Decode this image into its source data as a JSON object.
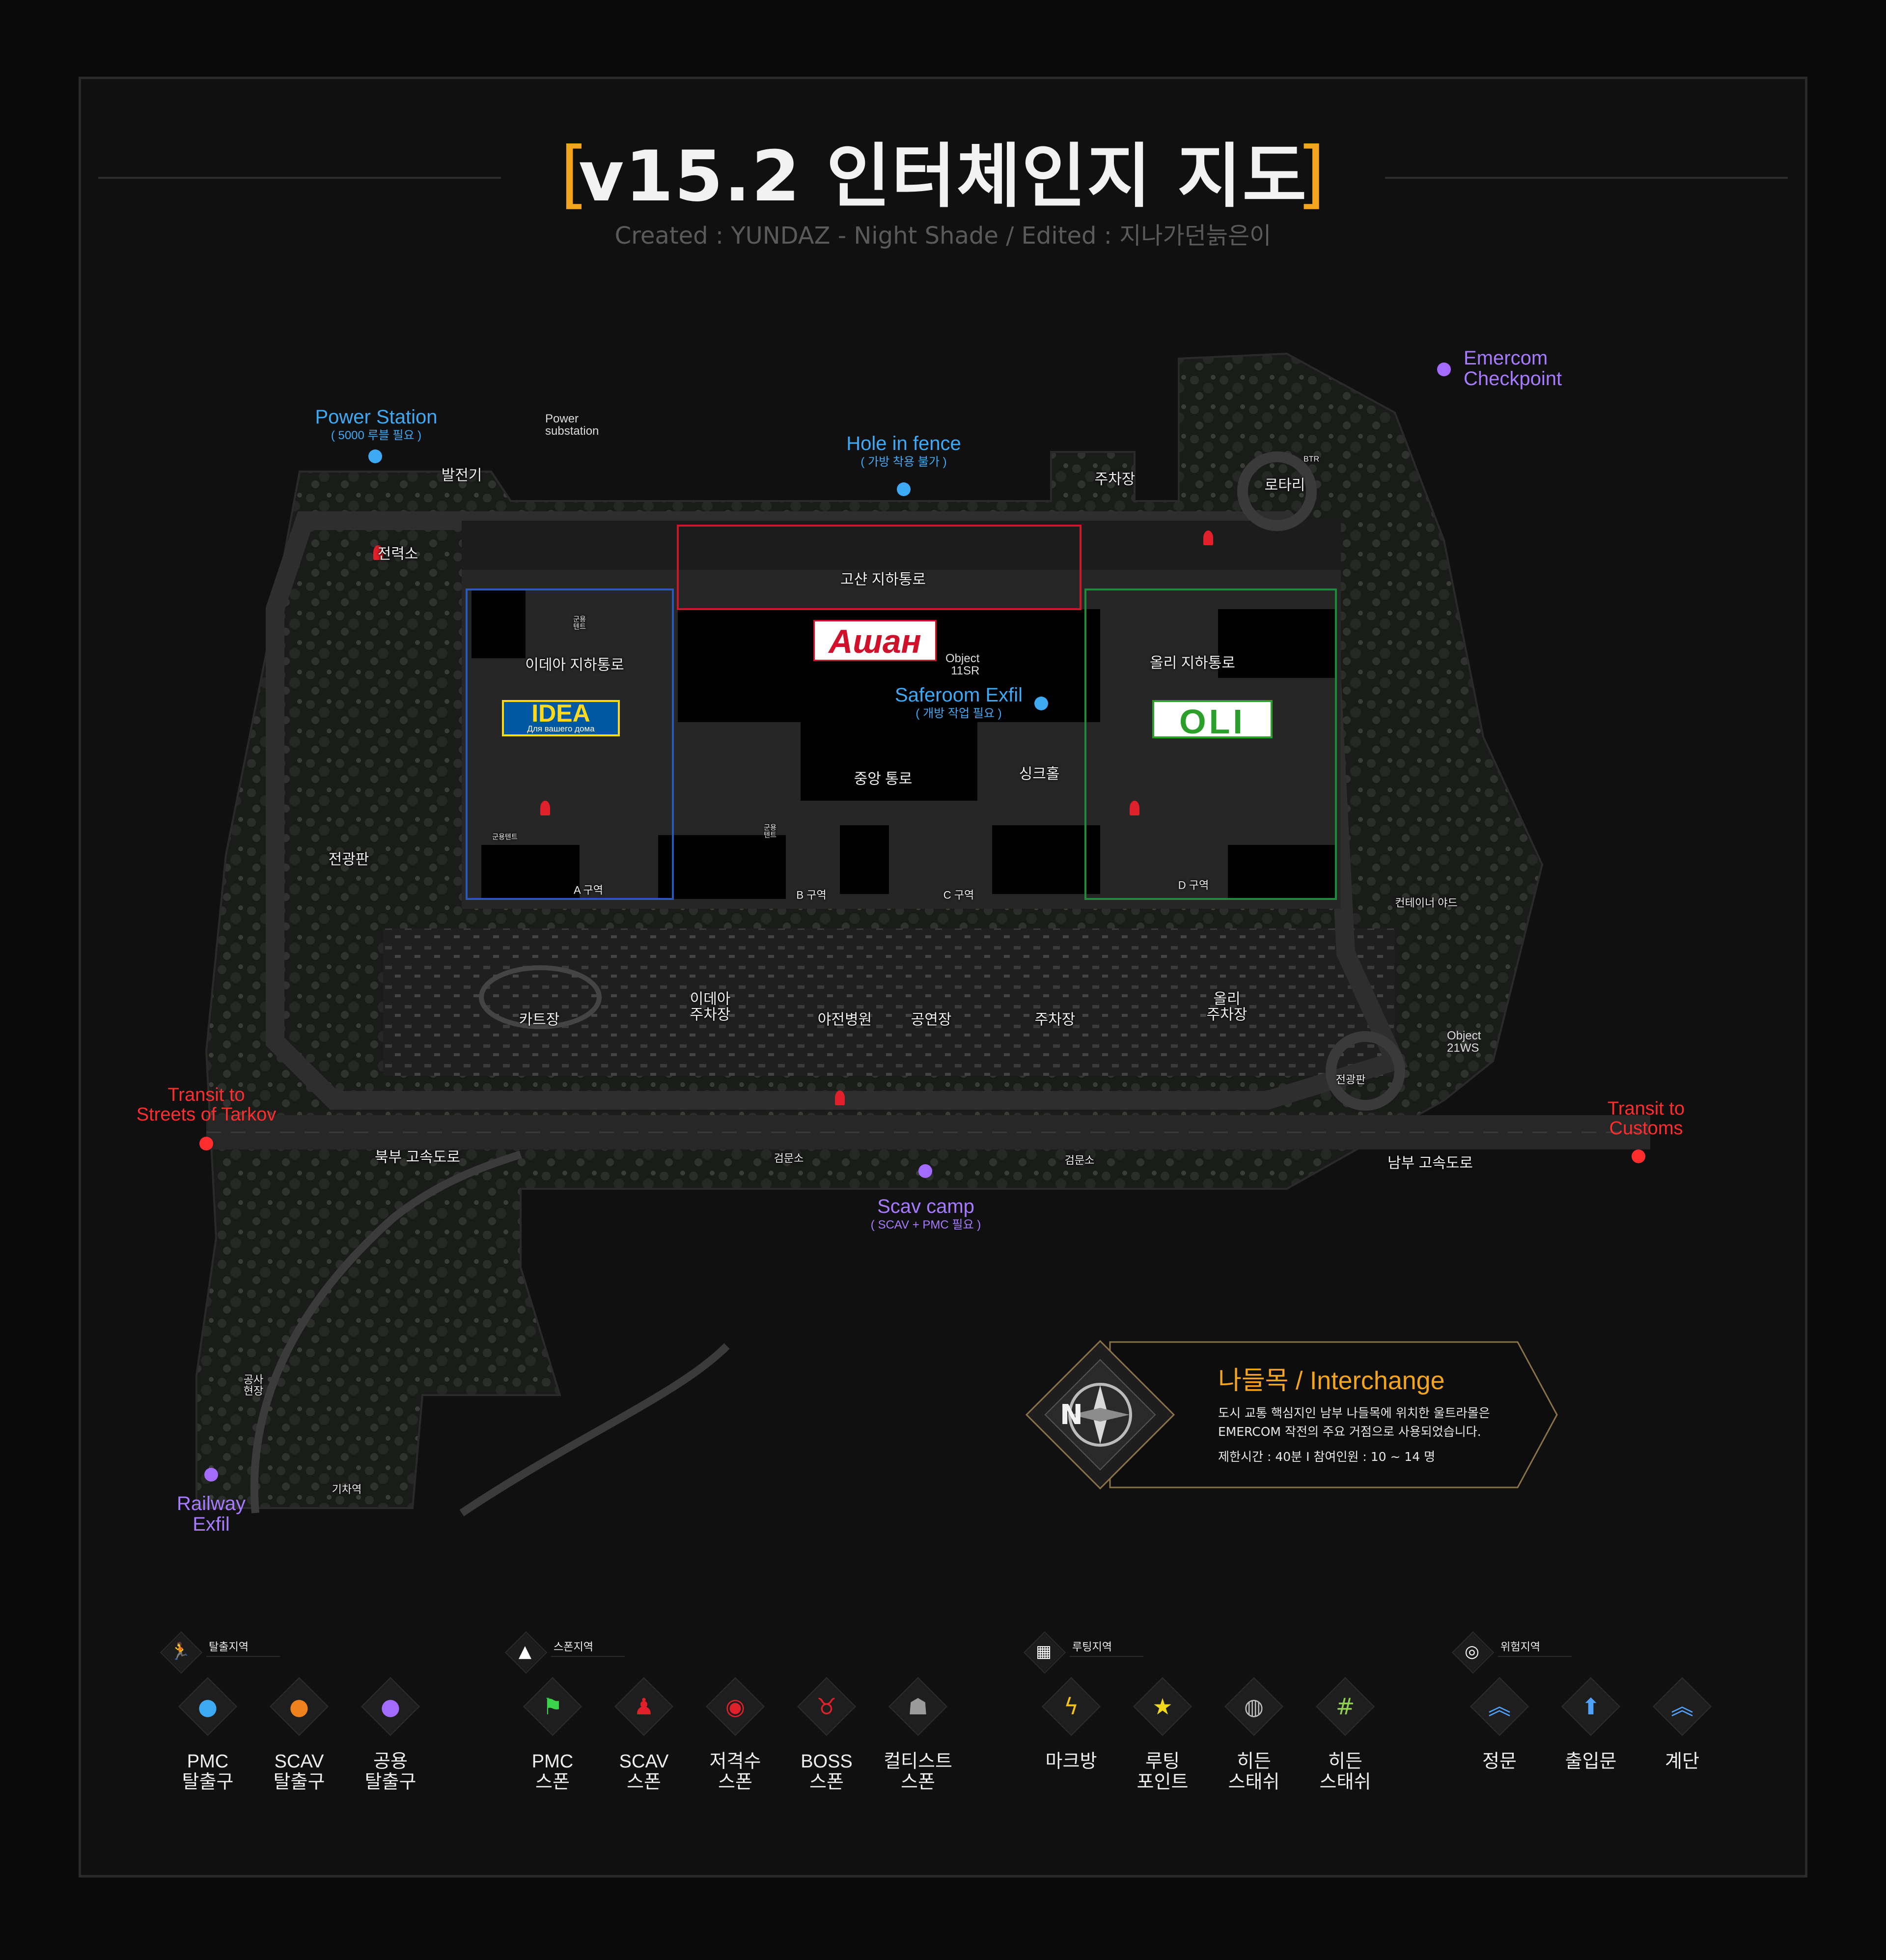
{
  "header": {
    "title": "v15.2 인터체인지 지도",
    "bracket_open": "[",
    "bracket_close": "]",
    "subtitle": "Created : YUNDAZ - Night Shade  /  Edited : 지나가던늙은이"
  },
  "map": {
    "exits": {
      "power_station": {
        "name": "Power Station",
        "note": "( 5000 루블 필요 )"
      },
      "hole_in_fence": {
        "name": "Hole in fence",
        "note": "( 가방 착용 불가 )"
      },
      "saferoom": {
        "name": "Saferoom Exfil",
        "note": "( 개방 작업 필요 )"
      },
      "emercom": {
        "name": "Emercom\nCheckpoint"
      },
      "streets": {
        "name": "Transit to\nStreets of Tarkov"
      },
      "customs": {
        "name": "Transit to\nCustoms"
      },
      "scav_camp": {
        "name": "Scav camp",
        "note": "( SCAV + PMC 필요 )"
      },
      "railway": {
        "name": "Railway\nExfil"
      }
    },
    "objects": {
      "power_substation": "Power\nsubstation",
      "obj_11sr": "Object\n11SR",
      "obj_21ws": "Object\n21WS"
    },
    "areas": {
      "generator": "발전기",
      "power_plant": "전력소",
      "billboard_w": "전광판",
      "parking_ne": "주차장",
      "rotary": "로타리",
      "btr": "BTR",
      "goshan_tunnel": "고샨 지하통로",
      "idea_tunnel": "이데아 지하통로",
      "oli_tunnel": "올리 지하통로",
      "central": "중앙 통로",
      "sink": "싱크홀",
      "zone_a": "A 구역",
      "zone_b": "B 구역",
      "zone_c": "C 구역",
      "zone_d": "D 구역",
      "military_tent_1": "군용\n텐트",
      "military_tent_2": "군용\n텐트",
      "military_tent_3": "군용텐트",
      "container_yard": "컨테이너 야드",
      "kart": "카트장",
      "idea_parking": "이데아\n주차장",
      "field_hospital": "야전병원",
      "stage": "공연장",
      "parking_mid": "주차장",
      "oli_parking": "올리\n주차장",
      "billboard_e": "전광판",
      "north_highway": "북부 고속도로",
      "south_highway": "남부 고속도로",
      "checkpoint_1": "검문소",
      "checkpoint_2": "검문소",
      "construction": "공사\n현장",
      "railway_station": "기차역"
    },
    "logos": {
      "auchan": "Ашан",
      "idea": "IDEA",
      "idea_sub": "Для вашего дома",
      "oli": "OLI"
    }
  },
  "info": {
    "name": "나들목 / Interchange",
    "description": "도시 교통 핵심지인 남부 나들목에 위치한 울트라몰은 EMERCOM 작전의 주요 거점으로 사용되었습니다.",
    "stats": "제한시간 : 40분   I   참여인원 : 10 ~ 14 명",
    "compass_letter": "N"
  },
  "legend": {
    "groups": [
      {
        "title": "탈출지역",
        "icon": "exit-runner-icon",
        "glyph": "🏃",
        "items": [
          {
            "label": "PMC\n탈출구",
            "icon": "pmc-exit-icon",
            "glyph": "●",
            "color": "#3ea9f5"
          },
          {
            "label": "SCAV\n탈출구",
            "icon": "scav-exit-icon",
            "glyph": "●",
            "color": "#f0821e"
          },
          {
            "label": "공용\n탈출구",
            "icon": "shared-exit-icon",
            "glyph": "●",
            "color": "#a46bff"
          }
        ]
      },
      {
        "title": "스폰지역",
        "icon": "spawn-person-icon",
        "glyph": "▲",
        "items": [
          {
            "label": "PMC\n스폰",
            "icon": "pmc-spawn-flag-icon",
            "glyph": "⚑",
            "color": "#3ad34a"
          },
          {
            "label": "SCAV\n스폰",
            "icon": "scav-spawn-icon",
            "glyph": "♟",
            "color": "#e0202a"
          },
          {
            "label": "저격수\n스폰",
            "icon": "sniper-spawn-icon",
            "glyph": "◉",
            "color": "#e0202a"
          },
          {
            "label": "BOSS\n스폰",
            "icon": "boss-spawn-icon",
            "glyph": "♉",
            "color": "#e0202a"
          },
          {
            "label": "컬티스트\n스폰",
            "icon": "cultist-spawn-icon",
            "glyph": "☗",
            "color": "#9a9a9a"
          }
        ]
      },
      {
        "title": "루팅지역",
        "icon": "loot-map-icon",
        "glyph": "▦",
        "items": [
          {
            "label": "마크방",
            "icon": "marked-room-icon",
            "glyph": "ϟ",
            "color": "#f2c21d"
          },
          {
            "label": "루팅\n포인트",
            "icon": "loot-star-icon",
            "glyph": "★",
            "color": "#f2d81d"
          },
          {
            "label": "히든\n스태쉬",
            "icon": "hidden-stash-barrel-icon",
            "glyph": "◍",
            "color": "#bcbcbc"
          },
          {
            "label": "히든\n스태쉬",
            "icon": "hidden-stash-grid-icon",
            "glyph": "#",
            "color": "#8fd14f"
          }
        ]
      },
      {
        "title": "위험지역",
        "icon": "danger-target-icon",
        "glyph": "◎",
        "items": [
          {
            "label": "정문",
            "icon": "main-gate-icon",
            "glyph": "︽",
            "color": "#4fa3ff"
          },
          {
            "label": "출입문",
            "icon": "door-arrow-icon",
            "glyph": "⬆",
            "color": "#4fa3ff"
          },
          {
            "label": "계단",
            "icon": "stairs-chevron-icon",
            "glyph": "︽",
            "color": "#4fa3ff"
          }
        ]
      }
    ]
  }
}
